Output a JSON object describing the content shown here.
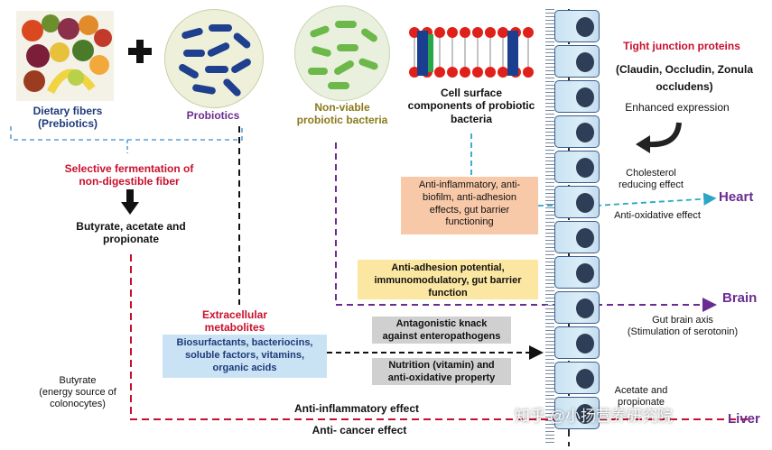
{
  "inputs": {
    "dietary_fibers": [
      "Dietary  fibers",
      "(Prebiotics)"
    ],
    "probiotics": "Probiotics",
    "non_viable": [
      "Non-viable",
      "probiotic bacteria"
    ],
    "cell_surface": [
      "Cell surface",
      "components of probiotic",
      "bacteria"
    ]
  },
  "fermentation": [
    "Selective fermentation of",
    "non-digestible fiber"
  ],
  "scfa": [
    "Butyrate, acetate and",
    "propionate"
  ],
  "extracellular": [
    "Extracellular",
    "metabolites"
  ],
  "metabolites_box": [
    "Biosurfactants, bacteriocins,",
    "soluble factors, vitamins,",
    "organic acids"
  ],
  "butyrate_note": [
    "Butyrate",
    "(energy source of",
    "colonocytes)"
  ],
  "effects": {
    "anti_inflammatory_box": [
      "Anti-inflammatory, anti-",
      "biofilm, anti-adhesion",
      "effects, gut barrier",
      "functioning"
    ],
    "anti_adhesion_box": [
      "Anti-adhesion potential,",
      "immunomodulatory,  gut barrier",
      "function"
    ],
    "antagonistic_box": [
      "Antagonistic knack",
      "against enteropathogens"
    ],
    "nutrition_box": [
      "Nutrition (vitamin) and",
      "anti-oxidative property"
    ],
    "anti_inflammatory_effect": "Anti-inflammatory effect",
    "anti_cancer_effect": "Anti- cancer effect"
  },
  "right_panel": {
    "tight_junction_title": "Tight junction proteins",
    "tight_junction_list": [
      "(Claudin, Occludin, Zonula",
      "occludens)"
    ],
    "enhanced_expression": "Enhanced expression",
    "cholesterol": [
      "Cholesterol",
      "reducing effect"
    ],
    "anti_oxidative": "Anti-oxidative effect",
    "gut_brain": [
      "Gut brain axis",
      "(Stimulation of serotonin)"
    ],
    "acetate": [
      "Acetate and",
      "propionate"
    ]
  },
  "organs": {
    "heart": "Heart",
    "brain": "Brain",
    "liver": "Liver"
  },
  "watermark": "知乎 @小扬营养研究院",
  "colors": {
    "red": "#c8102e",
    "purple": "#6a2c91",
    "navy": "#1f3a7a",
    "teal": "#2aa7c7",
    "orange_box": "#f8c9a8",
    "yellow_box": "#fbe7a1",
    "grey_box": "#d0d0d0",
    "blue_box": "#c9e3f4"
  },
  "icons": [
    "fruit-veg-image",
    "probiotic-rods-icon",
    "non-viable-rods-icon",
    "membrane-icon",
    "curved-arrow-icon",
    "plus-icon",
    "down-arrow-icon"
  ]
}
